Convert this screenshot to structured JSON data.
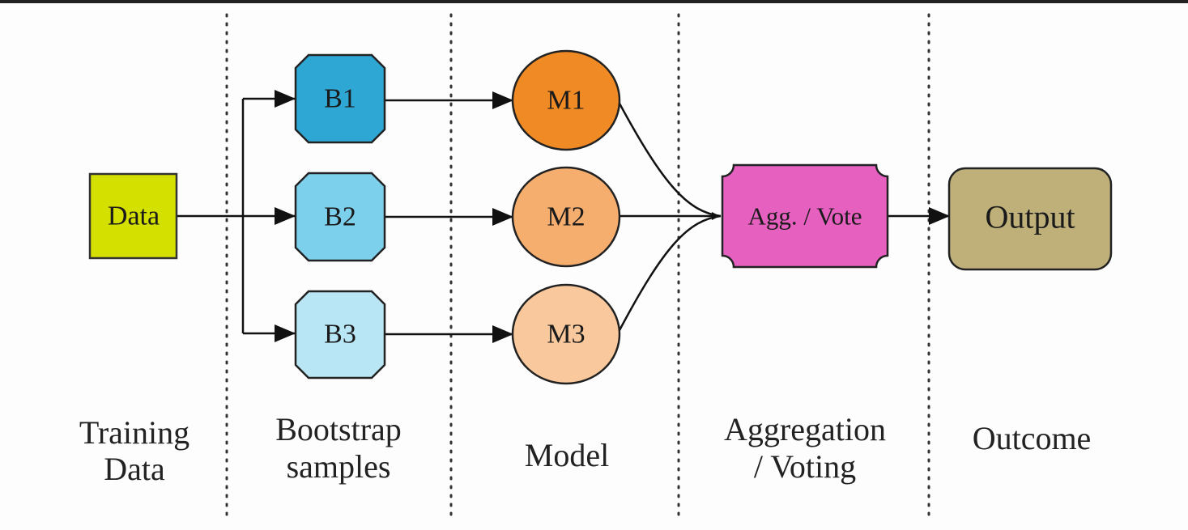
{
  "data_node": {
    "label": "Data",
    "color": "#d4e000"
  },
  "bootstrap": [
    {
      "label": "B1",
      "color": "#2fa7d4"
    },
    {
      "label": "B2",
      "color": "#7dd0ec"
    },
    {
      "label": "B3",
      "color": "#b8e6f5"
    }
  ],
  "models": [
    {
      "label": "M1",
      "color": "#f08a24"
    },
    {
      "label": "M2",
      "color": "#f6ae6f"
    },
    {
      "label": "M3",
      "color": "#fac89d"
    }
  ],
  "aggregator": {
    "label": "Agg. / Vote",
    "color": "#e660c0"
  },
  "output": {
    "label": "Output",
    "color": "#bfb07a"
  },
  "stages": {
    "training": [
      "Training",
      "Data"
    ],
    "bootstrap": [
      "Bootstrap",
      "samples"
    ],
    "model": [
      "Model"
    ],
    "aggregation": [
      "Aggregation",
      "/ Voting"
    ],
    "outcome": [
      "Outcome"
    ]
  }
}
